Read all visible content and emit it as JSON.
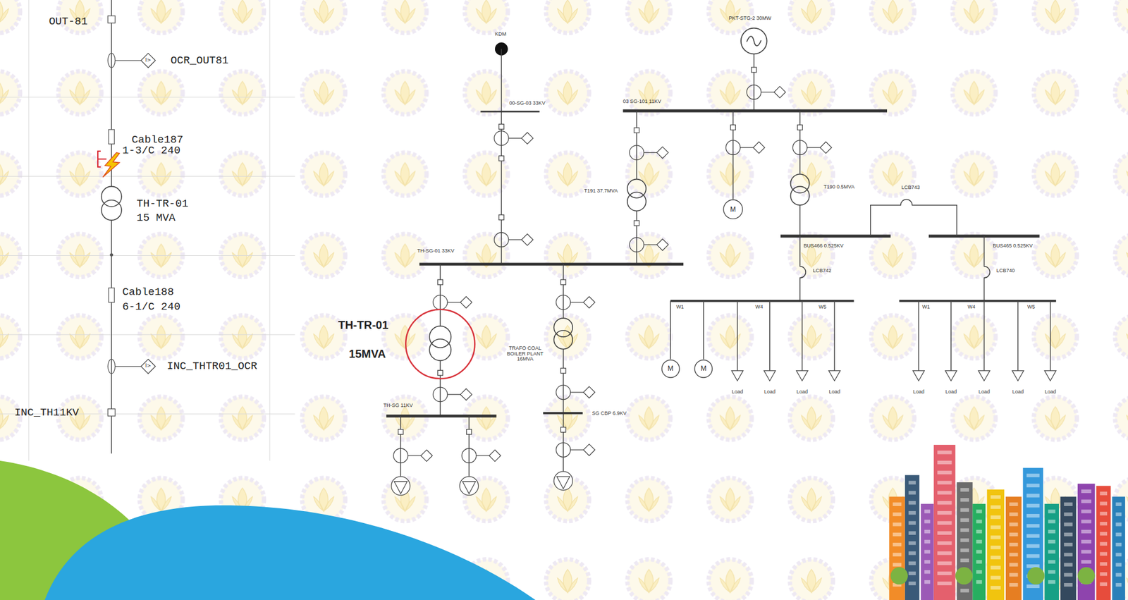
{
  "diagram": {
    "nodes": [
      {
        "text": [
          "M"
        ]
      },
      {
        "text": [
          "M"
        ]
      },
      {
        "text": [
          "M"
        ]
      }
    ],
    "labels": [
      "OUT-81",
      "I>",
      "OCR_OUT81",
      "Cable187",
      "1-3/C 240",
      "TH-TR-01",
      "15 MVA",
      "Cable188",
      "6-1/C 240",
      "I>",
      "INC_THTR01_OCR",
      "INC_TH11KV",
      "KDM",
      "PKT-STG-2 30MW",
      "00-SG-03 33KV",
      "03 SG-101 11KV",
      "T191 37.7MVA",
      "T190 0.5MVA",
      "LCB743",
      "BUS466 0.525KV",
      "BUS465 0.525KV",
      "LCB742",
      "LCB740",
      "TH-SG-01 33KV",
      "TH-TR-01",
      "15MVA",
      "TRAFO COAL BOILER PLANT 16MVA",
      "TH-SG 11KV",
      "SG CBP 6.9KV",
      "W1",
      "W4",
      "W5",
      "W1",
      "W4",
      "W5",
      "Load",
      "Load",
      "Load",
      "Load",
      "Load",
      "Load",
      "Load",
      "Load",
      "Load"
    ]
  }
}
